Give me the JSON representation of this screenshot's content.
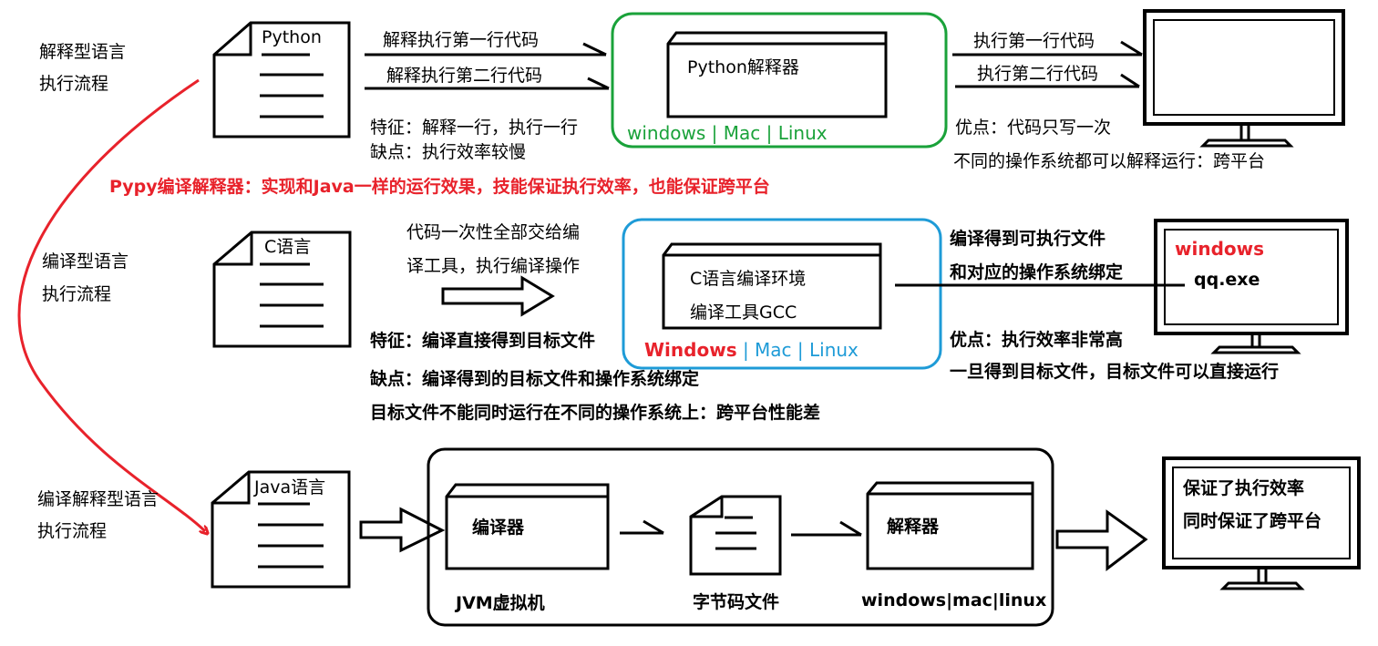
{
  "row_labels": {
    "interpreted": [
      "解释型语言",
      "执行流程"
    ],
    "compiled": [
      "编译型语言",
      "执行流程"
    ],
    "hybrid": [
      "编译解释型语言",
      "执行流程"
    ]
  },
  "interpreted": {
    "file_label": "Python",
    "arrow1": "解释执行第一行代码",
    "arrow2": "解释执行第二行代码",
    "interpreter": "Python解释器",
    "platforms": "windows | Mac | Linux",
    "feature": "特征：解释一行，执行一行",
    "drawback": "缺点：执行效率较慢",
    "exec1": "执行第一行代码",
    "exec2": "执行第二行代码",
    "advantage": "优点：代码只写一次",
    "advantage2": "不同的操作系统都可以解释运行：跨平台"
  },
  "pypy_note": "Pypy编译解释器：实现和Java一样的运行效果，技能保证执行效率，也能保证跨平台",
  "compiled": {
    "file_label": "C语言",
    "hand_off": [
      "代码一次性全部交给编",
      "译工具，执行编译操作"
    ],
    "compiler": [
      "C语言编译环境",
      "编译工具GCC"
    ],
    "platform_first": "Windows",
    "platform_rest": " | Mac | Linux",
    "feature": "特征：编译直接得到目标文件",
    "drawback": "缺点：编译得到的目标文件和操作系统绑定",
    "drawback2": "目标文件不能同时运行在不同的操作系统上：跨平台性能差",
    "result": [
      "编译得到可执行文件",
      "和对应的操作系统绑定"
    ],
    "monitor_os": "windows",
    "monitor_file": "qq.exe",
    "advantage": "优点：执行效率非常高",
    "advantage2": "一旦得到目标文件，目标文件可以直接运行"
  },
  "hybrid": {
    "file_label": "Java语言",
    "compiler": "编译器",
    "jvm": "JVM虚拟机",
    "bytecode": "字节码文件",
    "interpreter": "解释器",
    "platforms": "windows|mac|linux",
    "result": [
      "保证了执行效率",
      "同时保证了跨平台"
    ]
  },
  "colors": {
    "red": "#e8222b",
    "green": "#1aa23a",
    "blue": "#1e9bd7",
    "ink": "#000000"
  },
  "icons": [
    "document-icon",
    "box-icon",
    "monitor-icon",
    "arrow-icon",
    "curved-arrow-icon"
  ]
}
